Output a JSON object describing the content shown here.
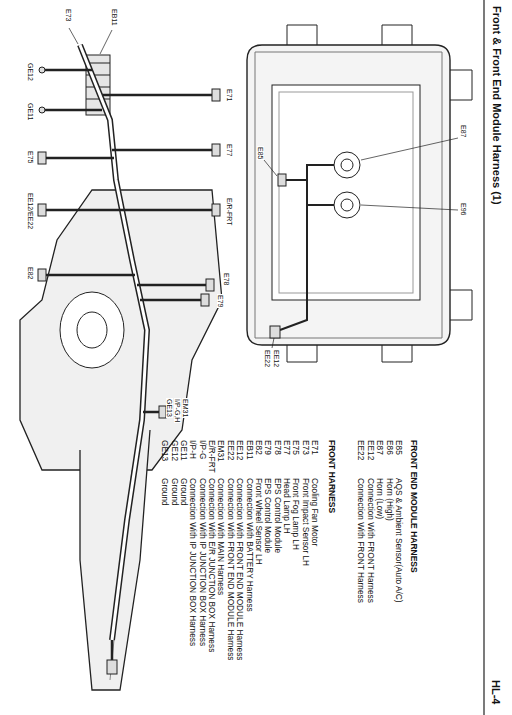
{
  "diagram": {
    "title": "Front & Front End Module Harness (1)",
    "labels": [
      "HL-4",
      "FRONT END MODULE HARNESS",
      "E85",
      "AQS & Ambient Sensor(Auto A/C)",
      "E86",
      "Horn (High)",
      "E87",
      "Horn (Low)",
      "EE12",
      "Connection With FRONT Harness",
      "EE22",
      "Connection With FRONT Harness",
      "FRONT HARNESS",
      "E71",
      "Cooling Fan Motor",
      "E73",
      "Front Impact Sensor LH",
      "E75",
      "Front Fog Lamp LH",
      "E77",
      "Head Lamp LH",
      "E78",
      "EPS Control Module",
      "E79",
      "EPS Control Module",
      "E82",
      "Front Wheel Sensor LH",
      "EB11",
      "Connection With BATTERY Harness",
      "EE12",
      "Connection With FRONT END MODULE Harness",
      "EE22",
      "Connection With FRONT END MODULE Harness",
      "EM31",
      "Connection With MAIN Harness",
      "E/R-FRT",
      "Connection With E/R JUNCTION BOX Harness",
      "I/P-G",
      "Connection With IP JUNCTION BOX Harness",
      "I/P-H",
      "Connection With IP JUNCTION BOX Harness",
      "GE11",
      "Ground",
      "GE12",
      "Ground",
      "GE13",
      "Ground",
      "E87",
      "E96",
      "E85",
      "EE12",
      "EE22",
      "E73",
      "EB11",
      "GE12",
      "GE11",
      "E75",
      "EE12/EE22",
      "E71",
      "E77",
      "E/R-FRT",
      "E82",
      "E78",
      "E79",
      "EM31",
      "I/P-G,H",
      "GE13"
    ]
  }
}
